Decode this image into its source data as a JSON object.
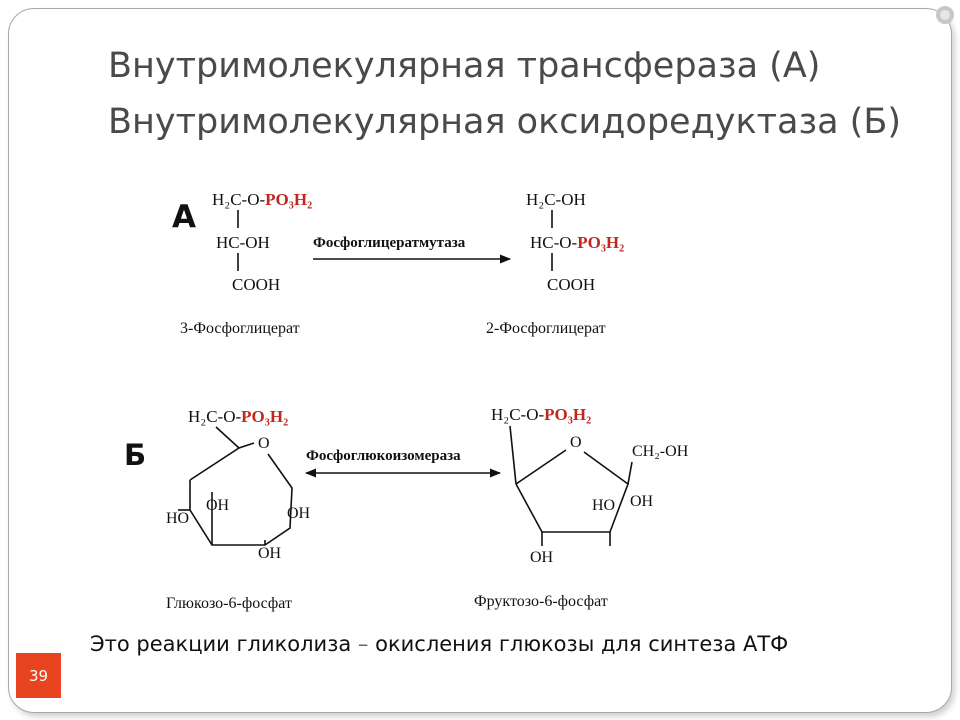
{
  "title": {
    "line1": "Внутримолекулярная трансфераза (А)",
    "line2": "Внутримолекулярная оксидоредуктаза (Б)"
  },
  "reaction_a": {
    "label": "А",
    "enzyme": "Фосфоглицератмутаза",
    "substrate": {
      "name": "3-Фосфоглицерат",
      "row1_black": "H₂C-O-",
      "row1_red": "PO₃H₂",
      "row2": "HC-OH",
      "row3": "COOH"
    },
    "product": {
      "name": "2-Фосфоглицерат",
      "row1": "H₂C-OH",
      "row2_black": "HC-O-",
      "row2_red": "PO₃H₂",
      "row3": "COOH"
    }
  },
  "reaction_b": {
    "label": "Б",
    "enzyme": "Фосфоглюкоизомераза",
    "substrate": {
      "name": "Глюкозо-6-фосфат",
      "top_black": "H₂C-O-",
      "top_red": "PO₃H₂",
      "ring_o": "O",
      "oh_inner": "OH",
      "ho_left": "HO",
      "oh_right": "OH",
      "oh_bottom": "OH"
    },
    "product": {
      "name": "Фруктозо-6-фосфат",
      "top_black": "H₂C-O-",
      "top_red": "PO₃H₂",
      "ring_o": "O",
      "ch2oh": "CH₂-OH",
      "ho_inner": "HO",
      "oh_right": "OH",
      "oh_bottom": "OH"
    }
  },
  "caption": {
    "before": "Это реакции гликолиза",
    "dash": "–",
    "after": "окисления глюкозы для синтеза АТФ"
  },
  "slide_number": "39",
  "colors": {
    "phosphate": "#c0281e",
    "slide_number_bg": "#e8441f",
    "title": "#4a4a4a"
  }
}
